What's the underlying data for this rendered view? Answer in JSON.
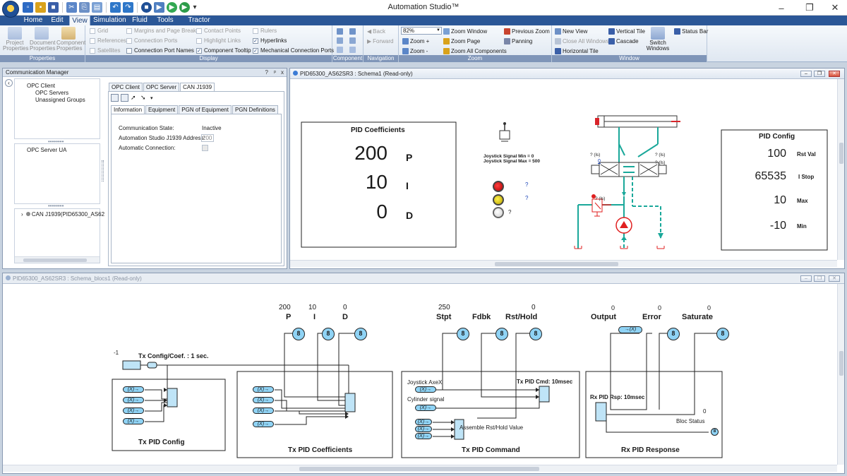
{
  "window": {
    "title": "Automation Studio™",
    "minimize": "–",
    "restore": "❐",
    "close": "✕"
  },
  "qat": {
    "dropdown": "▾"
  },
  "tabs": [
    "Home",
    "Edit",
    "View",
    "Simulation",
    "Fluid",
    "Tools",
    "Tractor Demo"
  ],
  "ribbon": {
    "properties": {
      "label": "Properties",
      "buttons": [
        "Project Properties",
        "Document Properties",
        "Component Properties"
      ]
    },
    "display": {
      "label": "Display",
      "checks": [
        {
          "label": "Grid",
          "checked": false,
          "disabled": true
        },
        {
          "label": "References",
          "checked": false,
          "disabled": true
        },
        {
          "label": "Satellites",
          "checked": false,
          "disabled": true
        },
        {
          "label": "Margins and Page Breaks",
          "checked": false,
          "disabled": true
        },
        {
          "label": "Connection Ports",
          "checked": false,
          "disabled": true
        },
        {
          "label": "Connection Port Names",
          "checked": false,
          "disabled": false
        },
        {
          "label": "Contact Points",
          "checked": false,
          "disabled": true
        },
        {
          "label": "Highlight Links",
          "checked": false,
          "disabled": true
        },
        {
          "label": "Component Tooltip",
          "checked": true,
          "disabled": false
        },
        {
          "label": "Rulers",
          "checked": false,
          "disabled": true
        },
        {
          "label": "Hyperlinks",
          "checked": true,
          "disabled": false
        },
        {
          "label": "Mechanical Connection Ports",
          "checked": true,
          "disabled": false
        }
      ]
    },
    "component": {
      "label": "Component"
    },
    "navigation": {
      "label": "Navigation",
      "back": "Back",
      "forward": "Forward"
    },
    "zoom": {
      "label": "Zoom",
      "value": "82%",
      "zoom_in": "Zoom +",
      "zoom_out": "Zoom -",
      "zoom_window": "Zoom Window",
      "zoom_page": "Zoom Page",
      "zoom_all": "Zoom All Components",
      "previous_zoom": "Previous Zoom",
      "panning": "Panning"
    },
    "window": {
      "label": "Window",
      "new_view": "New View",
      "close_all": "Close All Windows",
      "horizontal_tile": "Horizontal Tile",
      "vertical_tile": "Vertical Tile",
      "cascade": "Cascade",
      "switch_windows": "Switch Windows",
      "status_bar": "Status Bar"
    }
  },
  "comm_manager": {
    "title": "Communication Manager",
    "pin": "?",
    "autohide": "ᵖ",
    "close": "x",
    "tree1": [
      "OPC Client",
      "OPC Servers",
      "Unassigned Groups"
    ],
    "tree2": [
      "OPC Server UA"
    ],
    "tree3": [
      "CAN J1939(PID65300_AS62"
    ],
    "dots": "••••••••",
    "tabs": [
      "OPC Client",
      "OPC Server",
      "CAN J1939"
    ],
    "subtabs": [
      "Information",
      "Equipment",
      "PGN of Equipment",
      "PGN Definitions"
    ],
    "fields": {
      "state_label": "Communication State:",
      "state_value": "Inactive",
      "address_label": "Automation Studio J1939 Address:",
      "address_value": "200",
      "auto_label": "Automatic Connection:"
    }
  },
  "schema1": {
    "title": "PID65300_AS62SR3 : Schema1 (Read-only)",
    "pid_coeff": {
      "title": "PID Coefficients",
      "rows": [
        {
          "value": "200",
          "label": "P"
        },
        {
          "value": "10",
          "label": "I"
        },
        {
          "value": "0",
          "label": "D"
        }
      ]
    },
    "joystick": {
      "line1": "Joystick Signal Min = 0",
      "line2": "Joystick Signal Max = 500"
    },
    "lights": [
      {
        "color": "#b00000",
        "label": "?"
      },
      {
        "color": "#d9c400",
        "label": "?"
      },
      {
        "color": "#e6e6e6",
        "label": "?"
      }
    ],
    "valve_labels": {
      "left": "? (ls)",
      "left_link": "0",
      "right": "? (ls)",
      "right2": "? (ls)",
      "right3": "? (ls)"
    },
    "pid_config": {
      "title": "PID Config",
      "rows": [
        {
          "value": "100",
          "label": "Rst Val"
        },
        {
          "value": "65535",
          "label": "I Stop"
        },
        {
          "value": "10",
          "label": "Max"
        },
        {
          "value": "-10",
          "label": "Min"
        }
      ]
    }
  },
  "schema2": {
    "title": "PID65300_AS62SR3 : Schema_blocs1 (Read-only)",
    "inputs_pid": [
      {
        "value": "200",
        "label": "P"
      },
      {
        "value": "10",
        "label": "I"
      },
      {
        "value": "0",
        "label": "D"
      }
    ],
    "inputs_cmd": [
      {
        "value": "250",
        "label": "Stpt"
      },
      {
        "value": "",
        "label": "Fdbk"
      },
      {
        "value": "0",
        "label": "Rst/Hold"
      }
    ],
    "outputs_rsp": [
      {
        "value": "0",
        "label": "Output"
      },
      {
        "value": "0",
        "label": "Error"
      },
      {
        "value": "0",
        "label": "Saturate"
      }
    ],
    "config_coef": {
      "value": "-1",
      "label": "Tx Config/Coef. : 1 sec."
    },
    "blocks": {
      "tx_config": "Tx PID Config",
      "tx_coeff": "Tx PID Coefficients",
      "tx_command": "Tx PID Command",
      "rx_response": "Rx PID Response"
    },
    "cmd_labels": {
      "joystick": "Joystick AxeX",
      "cylinder": "Cylinder signal",
      "cmd_block": "Tx PID Cmd: 10msec",
      "assemble": "Assemble Rst/Hold Value"
    },
    "rsp_labels": {
      "rsp_block": "Rx PID Rsp: 10msec",
      "bloc_status_value": "0",
      "bloc_status": "Bloc Status"
    },
    "tag": "(X)→",
    "tag_out": "→(X)",
    "meter": "8"
  },
  "colors": {
    "accent": "#2b5797",
    "hydraulic": "#1aa89a",
    "pump": "#e01f1f",
    "cyl_red": "#d9242a",
    "tag_fill": "#8fd3f5"
  }
}
